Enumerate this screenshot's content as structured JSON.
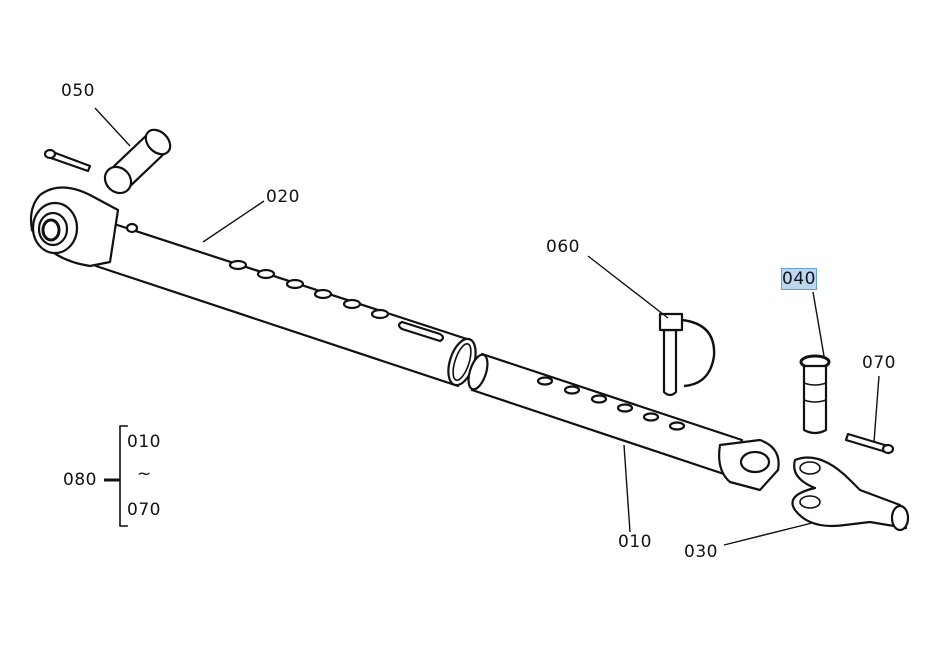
{
  "diagram": {
    "callouts": [
      {
        "id": "050",
        "label": "050"
      },
      {
        "id": "020",
        "label": "020"
      },
      {
        "id": "060",
        "label": "060"
      },
      {
        "id": "040",
        "label": "040",
        "highlighted": true
      },
      {
        "id": "070",
        "label": "070"
      },
      {
        "id": "010",
        "label": "010"
      },
      {
        "id": "030",
        "label": "030"
      }
    ],
    "assembly": {
      "label": "080",
      "range_start": "010",
      "range_sep": "~",
      "range_end": "070"
    },
    "highlight_color": "#bcd7f2"
  }
}
